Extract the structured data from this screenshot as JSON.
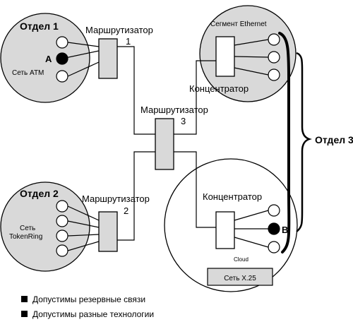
{
  "dept1": {
    "title": "Отдел 1",
    "node_a": "A",
    "net": "Сеть ATM"
  },
  "dept2": {
    "title": "Отдел 2",
    "net_line1": "Сеть",
    "net_line2": "TokenRing"
  },
  "dept3": {
    "title": "Отдел 3",
    "ethernet": "Сегмент Ethernet",
    "cloud": "Cloud",
    "x25": "Сеть X.25",
    "node_b": "B"
  },
  "routers": {
    "r1": {
      "label": "Маршрутизатор",
      "num": "1"
    },
    "r2": {
      "label": "Маршрутизатор",
      "num": "2"
    },
    "r3": {
      "label": "Маршрутизатор",
      "num": "3"
    }
  },
  "hubs": {
    "top": "Концентратор",
    "bottom": "Концентратор"
  },
  "legend": {
    "items": [
      "Допустимы резервные связи",
      "Допустимы разные технологии"
    ]
  },
  "colors": {
    "fill_gray": "#d9d9d9",
    "line": "#000000",
    "node_fill": "#ffffff"
  }
}
